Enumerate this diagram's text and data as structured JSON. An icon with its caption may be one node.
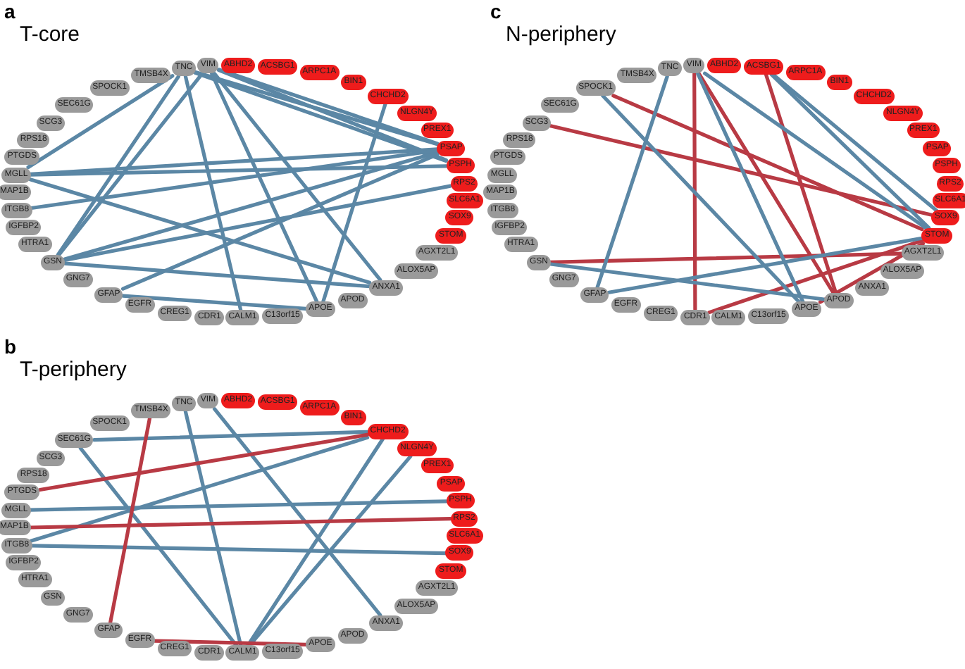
{
  "diagram": {
    "nodes": [
      {
        "text": [
          "a",
          "T-core"
        ]
      },
      {
        "text": [
          "TNC"
        ],
        "in": 0
      },
      {
        "text": [
          "VIM"
        ],
        "in": 0
      },
      {
        "text": [
          "ABHD2"
        ],
        "in": 0
      },
      {
        "text": [
          "ACSBG1"
        ],
        "in": 0
      },
      {
        "text": [
          "ARPC1A"
        ],
        "in": 0
      },
      {
        "text": [
          "BIN1"
        ],
        "in": 0
      },
      {
        "text": [
          "CHCHD2"
        ],
        "in": 0
      },
      {
        "text": [
          "NLGN4Y"
        ],
        "in": 0
      },
      {
        "text": [
          "PREX1"
        ],
        "in": 0
      },
      {
        "text": [
          "PSAP"
        ],
        "in": 0
      },
      {
        "text": [
          "PSPH"
        ],
        "in": 0
      },
      {
        "text": [
          "RPS2"
        ],
        "in": 0
      },
      {
        "text": [
          "SLC6A1"
        ],
        "in": 0
      },
      {
        "text": [
          "SOX9"
        ],
        "in": 0
      },
      {
        "text": [
          "STOM"
        ],
        "in": 0
      },
      {
        "text": [
          "AGXT2L1"
        ],
        "in": 0
      },
      {
        "text": [
          "ALOX5AP"
        ],
        "in": 0
      },
      {
        "text": [
          "ANXA1"
        ],
        "in": 0
      },
      {
        "text": [
          "APOD"
        ],
        "in": 0
      },
      {
        "text": [
          "APOE"
        ],
        "in": 0
      },
      {
        "text": [
          "C13orf15"
        ],
        "in": 0
      },
      {
        "text": [
          "CALM1"
        ],
        "in": 0
      },
      {
        "text": [
          "CDR1"
        ],
        "in": 0
      },
      {
        "text": [
          "CREG1"
        ],
        "in": 0
      },
      {
        "text": [
          "EGFR"
        ],
        "in": 0
      },
      {
        "text": [
          "GFAP"
        ],
        "in": 0
      },
      {
        "text": [
          "GNG7"
        ],
        "in": 0
      },
      {
        "text": [
          "GSN"
        ],
        "in": 0
      },
      {
        "text": [
          "HTRA1"
        ],
        "in": 0
      },
      {
        "text": [
          "IGFBP2"
        ],
        "in": 0
      },
      {
        "text": [
          "ITGB8"
        ],
        "in": 0
      },
      {
        "text": [
          "MAP1B"
        ],
        "in": 0
      },
      {
        "text": [
          "MGLL"
        ],
        "in": 0
      },
      {
        "text": [
          "PTGDS"
        ],
        "in": 0
      },
      {
        "text": [
          "RPS18"
        ],
        "in": 0
      },
      {
        "text": [
          "SCG3"
        ],
        "in": 0
      },
      {
        "text": [
          "SEC61G"
        ],
        "in": 0
      },
      {
        "text": [
          "SPOCK1"
        ],
        "in": 0
      },
      {
        "text": [
          "TMSB4X"
        ],
        "in": 0
      },
      {
        "text": [
          "b",
          "T-periphery"
        ]
      },
      {
        "text": [
          "TNC"
        ],
        "in": 40
      },
      {
        "text": [
          "VIM"
        ],
        "in": 40
      },
      {
        "text": [
          "ABHD2"
        ],
        "in": 40
      },
      {
        "text": [
          "ACSBG1"
        ],
        "in": 40
      },
      {
        "text": [
          "ARPC1A"
        ],
        "in": 40
      },
      {
        "text": [
          "BIN1"
        ],
        "in": 40
      },
      {
        "text": [
          "CHCHD2"
        ],
        "in": 40
      },
      {
        "text": [
          "NLGN4Y"
        ],
        "in": 40
      },
      {
        "text": [
          "PREX1"
        ],
        "in": 40
      },
      {
        "text": [
          "PSAP"
        ],
        "in": 40
      },
      {
        "text": [
          "PSPH"
        ],
        "in": 40
      },
      {
        "text": [
          "RPS2"
        ],
        "in": 40
      },
      {
        "text": [
          "SLC6A1"
        ],
        "in": 40
      },
      {
        "text": [
          "SOX9"
        ],
        "in": 40
      },
      {
        "text": [
          "STOM"
        ],
        "in": 40
      },
      {
        "text": [
          "AGXT2L1"
        ],
        "in": 40
      },
      {
        "text": [
          "ALOX5AP"
        ],
        "in": 40
      },
      {
        "text": [
          "ANXA1"
        ],
        "in": 40
      },
      {
        "text": [
          "APOD"
        ],
        "in": 40
      },
      {
        "text": [
          "APOE"
        ],
        "in": 40
      },
      {
        "text": [
          "C13orf15"
        ],
        "in": 40
      },
      {
        "text": [
          "CALM1"
        ],
        "in": 40
      },
      {
        "text": [
          "CDR1"
        ],
        "in": 40
      },
      {
        "text": [
          "CREG1"
        ],
        "in": 40
      },
      {
        "text": [
          "EGFR"
        ],
        "in": 40
      },
      {
        "text": [
          "GFAP"
        ],
        "in": 40
      },
      {
        "text": [
          "GNG7"
        ],
        "in": 40
      },
      {
        "text": [
          "GSN"
        ],
        "in": 40
      },
      {
        "text": [
          "HTRA1"
        ],
        "in": 40
      },
      {
        "text": [
          "IGFBP2"
        ],
        "in": 40
      },
      {
        "text": [
          "ITGB8"
        ],
        "in": 40
      },
      {
        "text": [
          "MAP1B"
        ],
        "in": 40
      },
      {
        "text": [
          "MGLL"
        ],
        "in": 40
      },
      {
        "text": [
          "PTGDS"
        ],
        "in": 40
      },
      {
        "text": [
          "RPS18"
        ],
        "in": 40
      },
      {
        "text": [
          "SCG3"
        ],
        "in": 40
      },
      {
        "text": [
          "SEC61G"
        ],
        "in": 40
      },
      {
        "text": [
          "SPOCK1"
        ],
        "in": 40
      },
      {
        "text": [
          "TMSB4X"
        ],
        "in": 40
      },
      {
        "text": [
          "c",
          "N-periphery"
        ]
      },
      {
        "text": [
          "TNC"
        ],
        "in": 80
      },
      {
        "text": [
          "VIM"
        ],
        "in": 80
      },
      {
        "text": [
          "ABHD2"
        ],
        "in": 80
      },
      {
        "text": [
          "ACSBG1"
        ],
        "in": 80
      },
      {
        "text": [
          "ARPC1A"
        ],
        "in": 80
      },
      {
        "text": [
          "BIN1"
        ],
        "in": 80
      },
      {
        "text": [
          "CHCHD2"
        ],
        "in": 80
      },
      {
        "text": [
          "NLGN4Y"
        ],
        "in": 80
      },
      {
        "text": [
          "PREX1"
        ],
        "in": 80
      },
      {
        "text": [
          "PSAP"
        ],
        "in": 80
      },
      {
        "text": [
          "PSPH"
        ],
        "in": 80
      },
      {
        "text": [
          "RPS2"
        ],
        "in": 80
      },
      {
        "text": [
          "SLC6A1"
        ],
        "in": 80
      },
      {
        "text": [
          "SOX9"
        ],
        "in": 80
      },
      {
        "text": [
          "STOM"
        ],
        "in": 80
      },
      {
        "text": [
          "AGXT2L1"
        ],
        "in": 80
      },
      {
        "text": [
          "ALOX5AP"
        ],
        "in": 80
      },
      {
        "text": [
          "ANXA1"
        ],
        "in": 80
      },
      {
        "text": [
          "APOD"
        ],
        "in": 80
      },
      {
        "text": [
          "APOE"
        ],
        "in": 80
      },
      {
        "text": [
          "C13orf15"
        ],
        "in": 80
      },
      {
        "text": [
          "CALM1"
        ],
        "in": 80
      },
      {
        "text": [
          "CDR1"
        ],
        "in": 80
      },
      {
        "text": [
          "CREG1"
        ],
        "in": 80
      },
      {
        "text": [
          "EGFR"
        ],
        "in": 80
      },
      {
        "text": [
          "GFAP"
        ],
        "in": 80
      },
      {
        "text": [
          "GNG7"
        ],
        "in": 80
      },
      {
        "text": [
          "GSN"
        ],
        "in": 80
      },
      {
        "text": [
          "HTRA1"
        ],
        "in": 80
      },
      {
        "text": [
          "IGFBP2"
        ],
        "in": 80
      },
      {
        "text": [
          "ITGB8"
        ],
        "in": 80
      },
      {
        "text": [
          "MAP1B"
        ],
        "in": 80
      },
      {
        "text": [
          "MGLL"
        ],
        "in": 80
      },
      {
        "text": [
          "PTGDS"
        ],
        "in": 80
      },
      {
        "text": [
          "RPS18"
        ],
        "in": 80
      },
      {
        "text": [
          "SCG3"
        ],
        "in": 80
      },
      {
        "text": [
          "SEC61G"
        ],
        "in": 80
      },
      {
        "text": [
          "SPOCK1"
        ],
        "in": 80
      },
      {
        "text": [
          "TMSB4X"
        ],
        "in": 80
      }
    ],
    "edges": [
      {
        "from": 1,
        "to": 10,
        "arrow": "none"
      },
      {
        "from": 1,
        "to": 11,
        "arrow": "none"
      },
      {
        "from": 2,
        "to": 10,
        "arrow": "none"
      },
      {
        "from": 2,
        "to": 11,
        "arrow": "none"
      },
      {
        "from": 2,
        "to": 18,
        "arrow": "none"
      },
      {
        "from": 1,
        "to": 28,
        "arrow": "none"
      },
      {
        "from": 1,
        "to": 33,
        "arrow": "none"
      },
      {
        "from": 2,
        "to": 28,
        "arrow": "none"
      },
      {
        "from": 33,
        "to": 10,
        "arrow": "none"
      },
      {
        "from": 33,
        "to": 11,
        "arrow": "none"
      },
      {
        "from": 28,
        "to": 10,
        "arrow": "none"
      },
      {
        "from": 28,
        "to": 18,
        "arrow": "none"
      },
      {
        "from": 26,
        "to": 10,
        "arrow": "none"
      },
      {
        "from": 26,
        "to": 20,
        "arrow": "none"
      },
      {
        "from": 31,
        "to": 10,
        "arrow": "none"
      },
      {
        "from": 7,
        "to": 20,
        "arrow": "none"
      },
      {
        "from": 33,
        "to": 18,
        "arrow": "none"
      },
      {
        "from": 1,
        "to": 22,
        "arrow": "none"
      },
      {
        "from": 28,
        "to": 12,
        "arrow": "none"
      },
      {
        "from": 2,
        "to": 20,
        "arrow": "none"
      },
      {
        "from": 47,
        "to": 62,
        "arrow": "none"
      },
      {
        "from": 47,
        "to": 71,
        "arrow": "none"
      },
      {
        "from": 47,
        "to": 77,
        "arrow": "none"
      },
      {
        "from": 41,
        "to": 62,
        "arrow": "none"
      },
      {
        "from": 48,
        "to": 62,
        "arrow": "none"
      },
      {
        "from": 71,
        "to": 54,
        "arrow": "none"
      },
      {
        "from": 73,
        "to": 51,
        "arrow": "none"
      },
      {
        "from": 42,
        "to": 58,
        "arrow": "none"
      },
      {
        "from": 77,
        "to": 62,
        "arrow": "none"
      },
      {
        "from": 79,
        "to": 66,
        "arrow": "none",
        "color": "#b83a44"
      },
      {
        "from": 72,
        "to": 52,
        "arrow": "none",
        "color": "#b83a44"
      },
      {
        "from": 74,
        "to": 47,
        "arrow": "none",
        "color": "#b83a44"
      },
      {
        "from": 65,
        "to": 60,
        "arrow": "none",
        "color": "#b83a44"
      },
      {
        "from": 82,
        "to": 103,
        "arrow": "none",
        "color": "#b83a44"
      },
      {
        "from": 84,
        "to": 99,
        "arrow": "none",
        "color": "#b83a44"
      },
      {
        "from": 82,
        "to": 99,
        "arrow": "none",
        "color": "#b83a44"
      },
      {
        "from": 103,
        "to": 95,
        "arrow": "none",
        "color": "#b83a44"
      },
      {
        "from": 100,
        "to": 95,
        "arrow": "none",
        "color": "#b83a44"
      },
      {
        "from": 118,
        "to": 95,
        "arrow": "none",
        "color": "#b83a44"
      },
      {
        "from": 116,
        "to": 94,
        "arrow": "none",
        "color": "#b83a44"
      },
      {
        "from": 108,
        "to": 96,
        "arrow": "none",
        "color": "#b83a44"
      },
      {
        "from": 82,
        "to": 100,
        "arrow": "none"
      },
      {
        "from": 82,
        "to": 95,
        "arrow": "none"
      },
      {
        "from": 84,
        "to": 95,
        "arrow": "none"
      },
      {
        "from": 84,
        "to": 94,
        "arrow": "none"
      },
      {
        "from": 118,
        "to": 100,
        "arrow": "none"
      },
      {
        "from": 108,
        "to": 99,
        "arrow": "none"
      },
      {
        "from": 106,
        "to": 95,
        "arrow": "none"
      },
      {
        "from": 81,
        "to": 106,
        "arrow": "none"
      }
    ]
  }
}
